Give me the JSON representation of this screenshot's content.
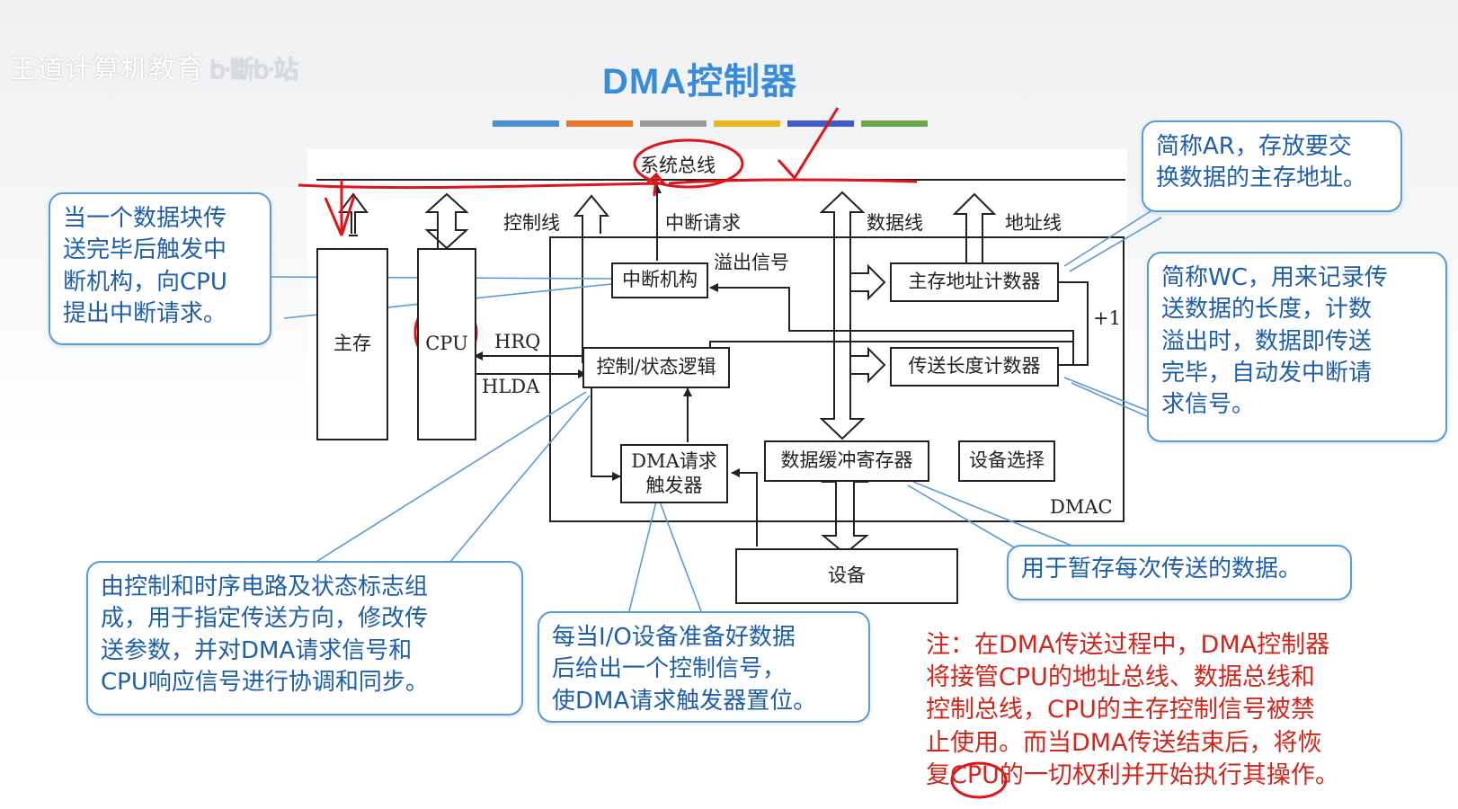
{
  "watermark": {
    "text": "王道计算机教育",
    "mark": "b·斷b·站"
  },
  "title": "DMA控制器",
  "colorbar": [
    "#4a8fd4",
    "#e8762d",
    "#9a9a9a",
    "#f1b51c",
    "#3e5cc4",
    "#6aa84f"
  ],
  "diagram": {
    "system_bus": "系统总线",
    "control_line": "控制线",
    "interrupt_request": "中断请求",
    "data_line": "数据线",
    "address_line": "地址线",
    "overflow_signal": "溢出信号",
    "plus_one": "+1",
    "hrq": "HRQ",
    "hlda": "HLDA",
    "dmac": "DMAC",
    "main_memory": "主存",
    "cpu": "CPU",
    "interrupt_mechanism": "中断机构",
    "control_status_logic": "控制/状态逻辑",
    "dma_request_trigger_line1": "DMA请求",
    "dma_request_trigger_line2": "触发器",
    "data_buffer_register": "数据缓冲寄存器",
    "device_select": "设备选择",
    "main_address_counter": "主存地址计数器",
    "transfer_length_counter": "传送长度计数器",
    "device": "设备"
  },
  "callouts": {
    "interrupt": [
      "当一个数据块传",
      "送完毕后触发中",
      "断机构，向CPU",
      "提出中断请求。"
    ],
    "ar": [
      "简称AR，存放要交",
      "换数据的主存地址。"
    ],
    "wc": [
      "简称WC，用来记录传",
      "送数据的长度，计数",
      "溢出时，数据即传送",
      "完毕，自动发中断请",
      "求信号。"
    ],
    "control_logic": [
      "由控制和时序电路及状态标志组",
      "成，用于指定传送方向，修改传",
      "送参数，并对DMA请求信号和",
      "CPU响应信号进行协调和同步。"
    ],
    "trigger": [
      "每当I/O设备准备好数据",
      "后给出一个控制信号，",
      "使DMA请求触发器置位。"
    ],
    "buffer": [
      "用于暂存每次传送的数据。"
    ]
  },
  "note": [
    "注：在DMA传送过程中，DMA控制器",
    "将接管CPU的地址总线、数据总线和",
    "控制总线，CPU的主存控制信号被禁",
    "止使用。而当DMA传送结束后，将恢",
    "复CPU的一切权利并开始执行其操作。"
  ],
  "colors": {
    "title": "#3a8bd8",
    "callout_text": "#1f5fa8",
    "callout_border": "#5b9bd5",
    "note": "#d0261b",
    "annotation": "#e0141b"
  }
}
